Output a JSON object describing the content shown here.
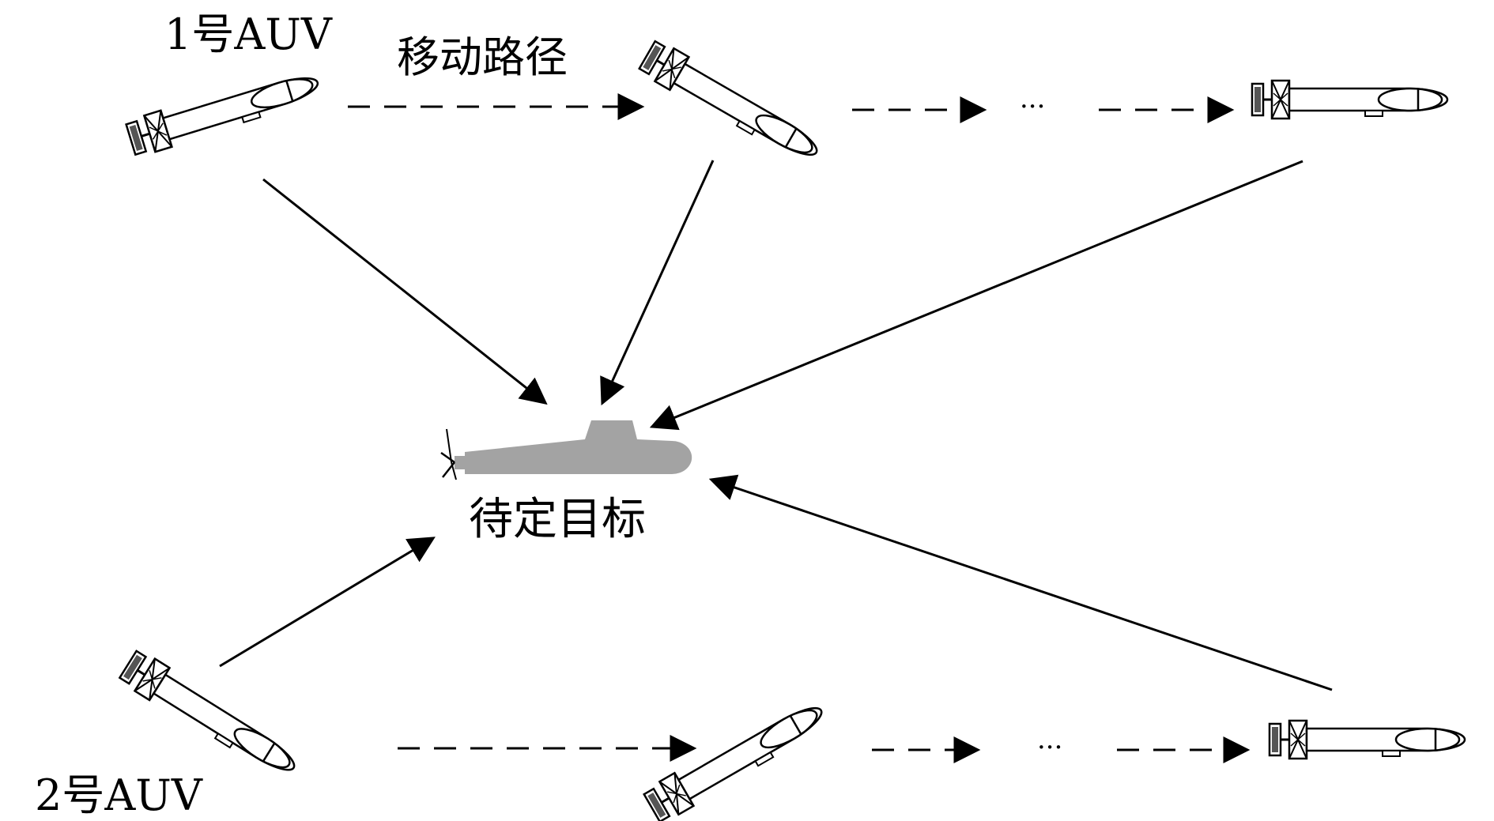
{
  "labels": {
    "auv1": "1号AUV",
    "path": "移动路径",
    "target": "待定目标",
    "auv2": "2号AUV",
    "ellipsis": "···"
  },
  "colors": {
    "line": "#000000",
    "target_fill": "#a3a3a3"
  },
  "icons": {
    "auv": "auv-vehicle-icon",
    "target": "submarine-icon"
  }
}
